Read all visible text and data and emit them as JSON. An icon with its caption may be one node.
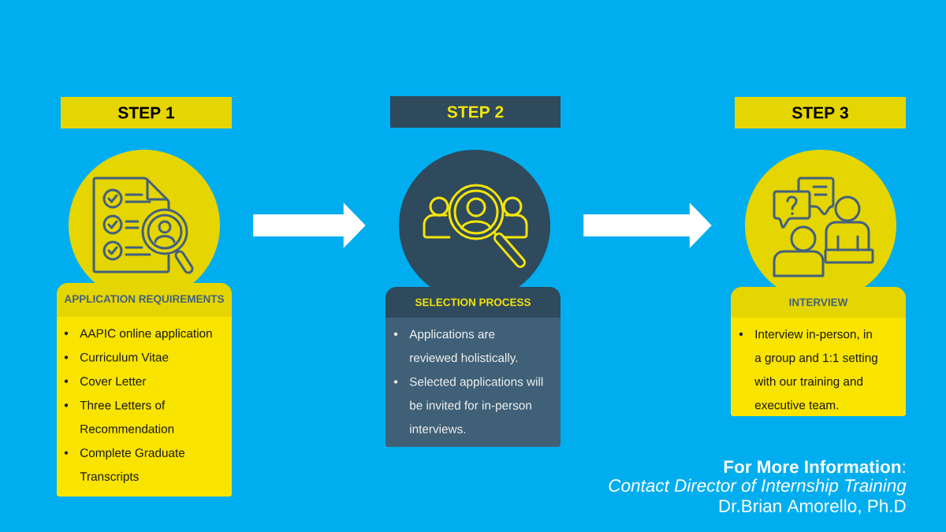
{
  "diagram": {
    "nodes": [
      {
        "text": [
          "STEP 1"
        ]
      },
      {
        "text": [],
        "shape": "circle"
      },
      {
        "text": [
          "APPLICATION REQUIREMENTS",
          "AAPIC online application",
          "Curriculum Vitae",
          "Cover Letter",
          "Three Letters of Recommendation",
          "Complete Graduate Transcripts"
        ]
      },
      {
        "text": [
          "STEP 2"
        ]
      },
      {
        "text": [],
        "shape": "circle"
      },
      {
        "text": [
          "SELECTION PROCESS",
          "Applications are reviewed holistically.",
          "Selected applications will be invited for in-person interviews."
        ]
      },
      {
        "text": [
          "STEP 3"
        ]
      },
      {
        "text": [],
        "shape": "circle"
      },
      {
        "text": [
          "INTERVIEW",
          "Interview in-person, in a group and 1:1 setting with our training and executive team."
        ]
      }
    ],
    "edges": [
      {
        "from": 1,
        "to": 4,
        "arrow": "to"
      },
      {
        "from": 4,
        "to": 7,
        "arrow": "to"
      }
    ],
    "labels": [
      "**For More Information**:",
      "Contact Director of Internship Training",
      "Dr.Brian Amorello, Ph.D"
    ]
  }
}
